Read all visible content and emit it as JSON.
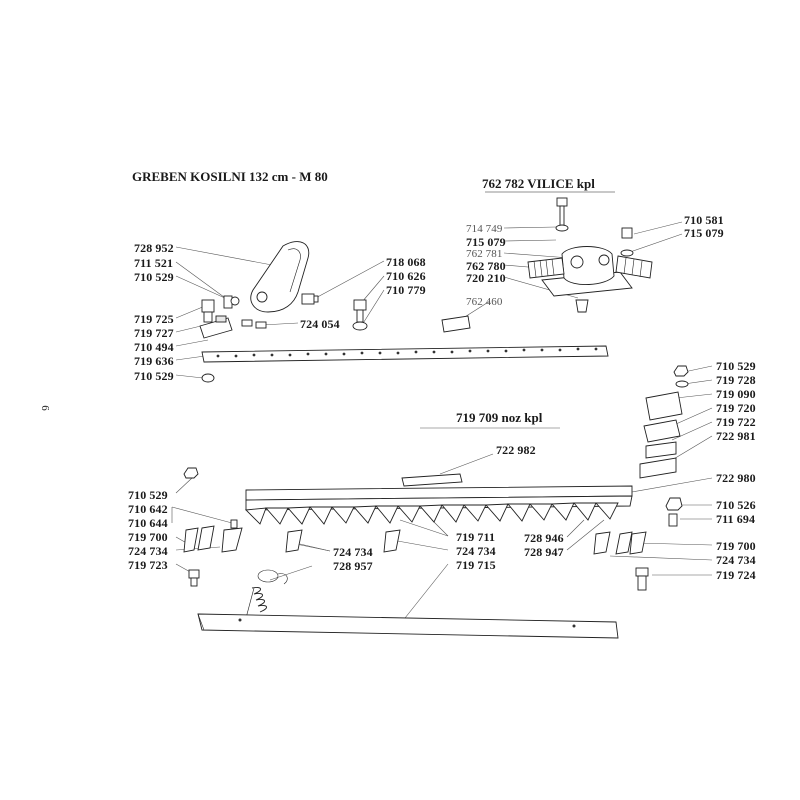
{
  "page_number": "6",
  "titles": {
    "main": "GREBEN KOSILNI 132 cm - M 80",
    "vilice": "762 782  VILICE kpl",
    "noz": "719 709  noz kpl"
  },
  "labels": {
    "l728952": "728 952",
    "l711521": "711 521",
    "l710529a": "710 529",
    "l719725": "719 725",
    "l719727": "719 727",
    "l710494": "710 494",
    "l719636": "719 636",
    "l710529b": "710 529",
    "l718068": "718 068",
    "l710626": "710 626",
    "l710779": "710 779",
    "l724054": "724 054",
    "l714749": "714 749",
    "l715079a": "715 079",
    "l762781": "762 781",
    "l762780": "762 780",
    "l720210": "720 210",
    "l762460": "762 460",
    "l710581": "710 581",
    "l715079b": "715 079",
    "l710529c": "710 529",
    "l719728": "719 728",
    "l719090": "719 090",
    "l719720": "719 720",
    "l719722": "719 722",
    "l722981": "722 981",
    "l722982": "722 982",
    "l722980": "722 980",
    "l710526": "710 526",
    "l711694": "711 694",
    "l710529d": "710 529",
    "l710642": "710 642",
    "l710644": "710 644",
    "l719700a": "719 700",
    "l724734a": "724 734",
    "l719723": "719 723",
    "l724734b": "724 734",
    "l728957": "728 957",
    "l719711": "719 711",
    "l724734c": "724 734",
    "l719715": "719 715",
    "l728946": "728 946",
    "l728947": "728 947",
    "l719700b": "719 700",
    "l724734d": "724 734",
    "l719724": "719 724"
  }
}
